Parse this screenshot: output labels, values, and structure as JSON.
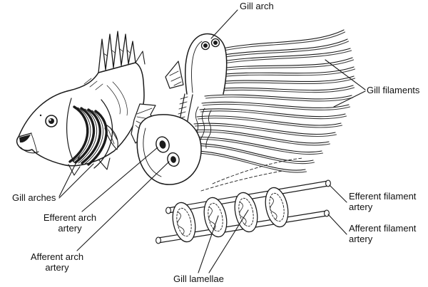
{
  "figure": {
    "background_color": "#ffffff",
    "ink_color": "#1a1a1a"
  },
  "labels": {
    "gill_arch": "Gill arch",
    "gill_filaments": "Gill filaments",
    "gill_arches": "Gill arches",
    "efferent_arch_artery": "Efferent arch artery",
    "afferent_arch_artery": "Afferent arch artery",
    "gill_lamellae": "Gill lamellae",
    "efferent_filament_artery": "Efferent filament artery",
    "afferent_filament_artery": "Afferent filament artery"
  }
}
